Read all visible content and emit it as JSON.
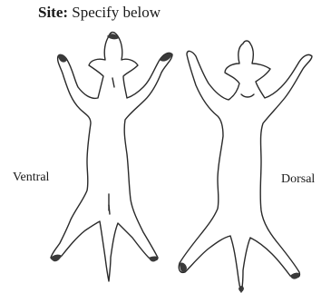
{
  "header": {
    "site_label": "Site:",
    "site_value": "Specify below"
  },
  "views": {
    "ventral_label": "Ventral",
    "dorsal_label": "Dorsal"
  },
  "colors": {
    "outline": "#2a2a2a",
    "fill_dark": "#3a3a3a",
    "background": "#ffffff"
  }
}
